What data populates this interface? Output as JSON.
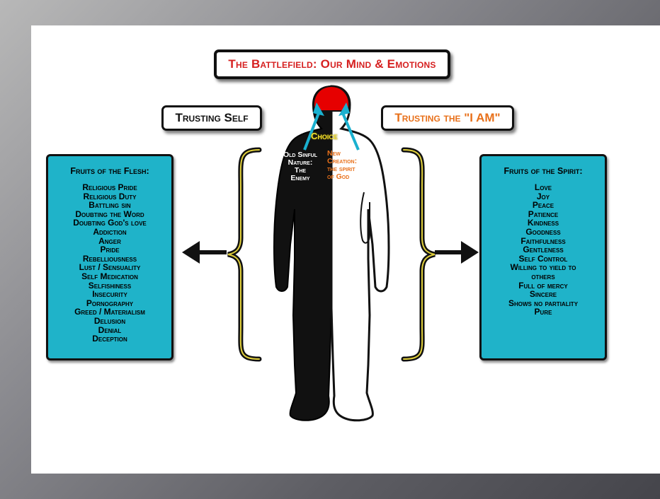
{
  "title": "The Battlefield: Our Mind & Emotions",
  "left_label": "Trusting Self",
  "right_label": "Trusting the \"I AM\"",
  "choice": "Choice",
  "old_nature": [
    "Old Sinful",
    "Nature:",
    "The",
    "Enemy"
  ],
  "new_creation": [
    "New",
    "Creation:",
    "the spirit",
    "of God"
  ],
  "flesh": {
    "heading": "Fruits of the Flesh:",
    "items": [
      "Religious Pride",
      "Religious Duty",
      "Battling sin",
      "Doubting the Word",
      "Doubting God's love",
      "Addiction",
      "Anger",
      "Pride",
      "Rebelliousness",
      "Lust / Sensuality",
      "Self Medication",
      "Selfishiness",
      "Insecurity",
      "Pornography",
      "Greed / Materialism",
      "Delusion",
      "Denial",
      "Deception"
    ]
  },
  "spirit": {
    "heading": "Fruits of the Spirit:",
    "items": [
      "Love",
      "Joy",
      "Peace",
      "Patience",
      "Kindness",
      "Goodness",
      "Faithfulness",
      "Gentleness",
      "Self Control",
      "Willing to yield to",
      "others",
      "Full of mercy",
      "Sincere",
      "Shows no partiality",
      "Pure"
    ]
  },
  "colors": {
    "title_red": "#d62020",
    "orange": "#e8701a",
    "panel_teal": "#1fb3c9",
    "head_red": "#e60000",
    "arrow_cyan": "#1ab0cf",
    "choice_yellow": "#f4e12c",
    "brace_yellow": "#e0cf3a"
  }
}
